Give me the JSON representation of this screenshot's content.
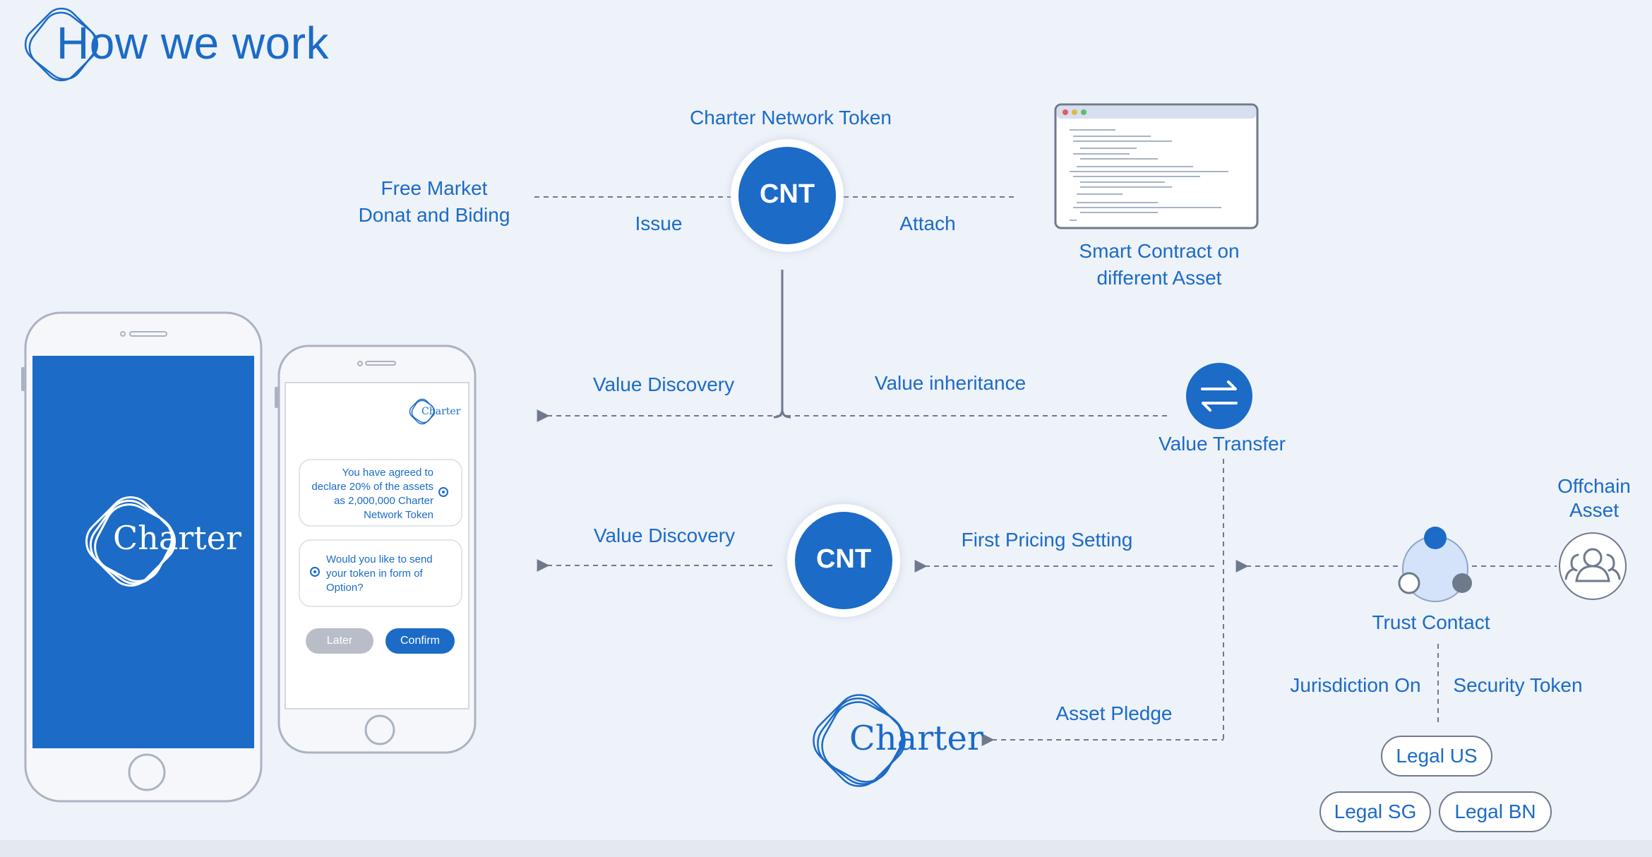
{
  "header": {
    "title": "How we work"
  },
  "nodes": {
    "cnt_top": {
      "label": "CNT",
      "caption": "Charter Network Token"
    },
    "cnt_mid": {
      "label": "CNT"
    },
    "free_market": {
      "line1": "Free Market",
      "line2": "Donat and Biding"
    },
    "smart_contract": {
      "line1": "Smart Contract on",
      "line2": "different Asset"
    },
    "value_transfer": {
      "caption": "Value Transfer"
    },
    "trust_contact": {
      "caption": "Trust Contact"
    },
    "offchain": {
      "line1": "Offchain",
      "line2": "Asset"
    },
    "charter_logo": {
      "text": "Charter"
    }
  },
  "edges": {
    "issue": "Issue",
    "attach": "Attach",
    "value_discovery_top": "Value Discovery",
    "value_inheritance": "Value inheritance",
    "value_discovery_mid": "Value Discovery",
    "first_pricing": "First Pricing Setting",
    "asset_pledge": "Asset Pledge",
    "jurisdiction": "Jurisdiction On",
    "security_token": "Security Token"
  },
  "legal": {
    "us": "Legal US",
    "sg": "Legal SG",
    "bn": "Legal BN"
  },
  "phone_left": {
    "logo_text": "Charter"
  },
  "phone_right": {
    "logo_text": "Charter",
    "msg1": "You have agreed to declare 20% of the assets as 2,000,000 Charter Network Token",
    "msg2": "Would you like to send your token in form of Option?",
    "later": "Later",
    "confirm": "Confirm"
  },
  "colors": {
    "primary": "#1b6bc7",
    "line": "#6e7a8c",
    "background": "#eef2f9"
  }
}
